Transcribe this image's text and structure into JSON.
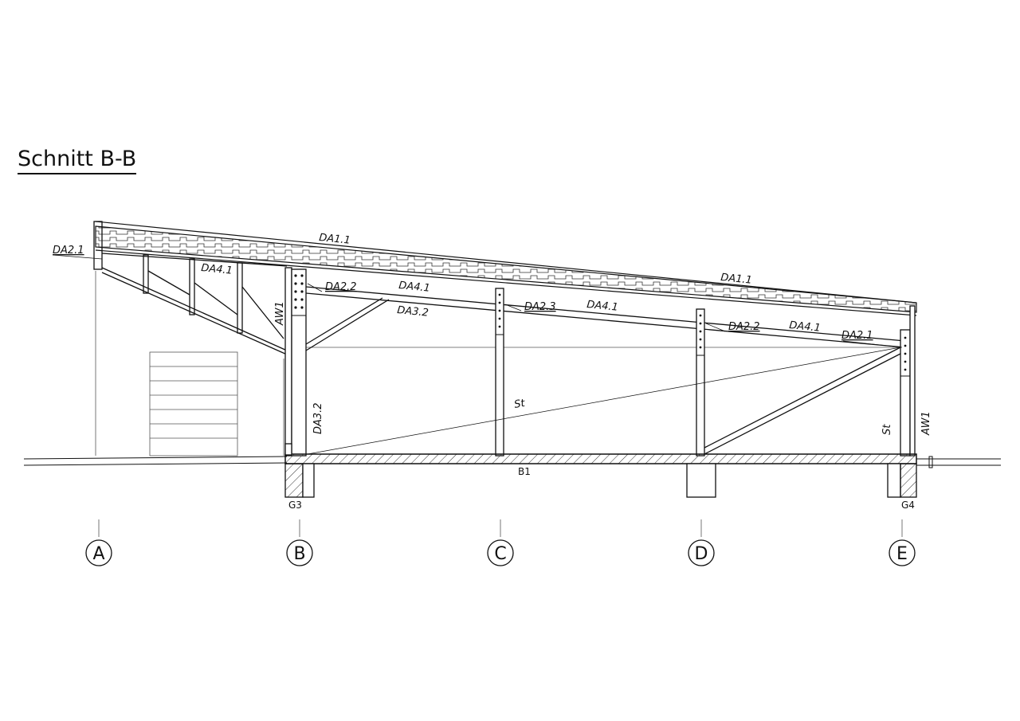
{
  "title": "Schnitt B-B",
  "axes": [
    "A",
    "B",
    "C",
    "D",
    "E"
  ],
  "labels": {
    "da1_left": "DA1.1",
    "da1_right": "DA1.1",
    "da2_1_left": "DA2.1",
    "da2_1_right": "DA2.1",
    "da2_2_a": "DA2.2",
    "da2_2_b": "DA2.2",
    "da2_3": "DA2.3",
    "da4_1_a": "DA4.1",
    "da4_1_b": "DA4.1",
    "da4_1_c": "DA4.1",
    "da4_1_d": "DA4.1",
    "da3_2_beam": "DA3.2",
    "da3_2_col": "DA3.2",
    "aw1_left": "AW1",
    "aw1_right": "AW1",
    "st_brace": "St",
    "st_col": "St",
    "b1": "B1",
    "g3": "G3",
    "g4": "G4"
  },
  "colors": {
    "ink": "#111111",
    "hatch": "#333333"
  }
}
